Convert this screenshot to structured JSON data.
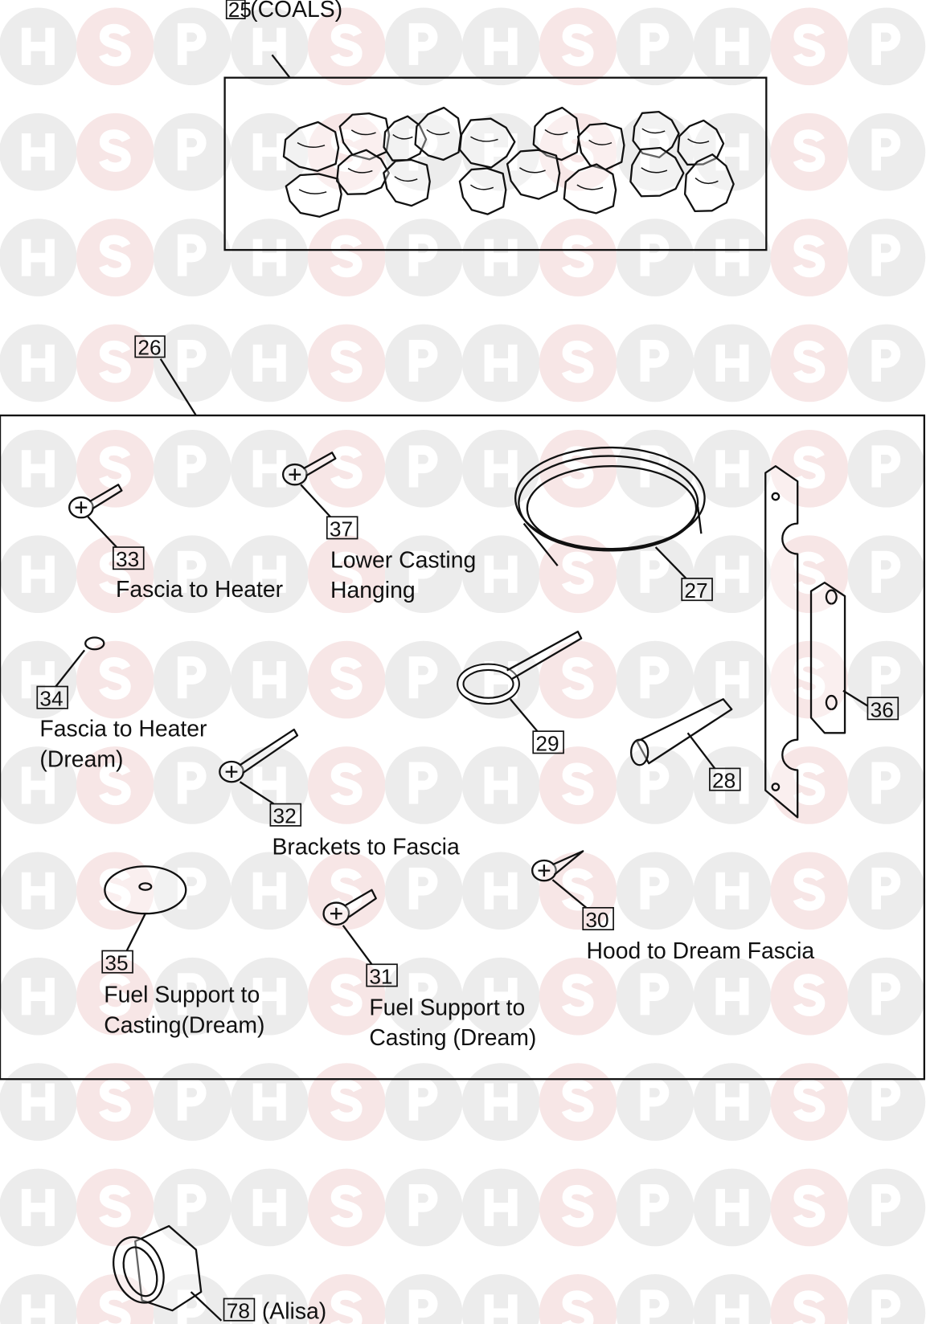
{
  "watermark": {
    "letters": [
      "H",
      "S",
      "P"
    ],
    "colors": {
      "gray": "#ececec",
      "pink": "#f7e6e6"
    }
  },
  "callouts": {
    "c25": {
      "number": "25",
      "text": "(COALS)"
    },
    "c26": {
      "number": "26"
    },
    "c27": {
      "number": "27"
    },
    "c28": {
      "number": "28"
    },
    "c29": {
      "number": "29"
    },
    "c30": {
      "number": "30",
      "line1": "Hood to Dream Fascia"
    },
    "c31": {
      "number": "31",
      "line1": "Fuel Support to",
      "line2": "Casting (Dream)"
    },
    "c32": {
      "number": "32",
      "line1": "Brackets to Fascia"
    },
    "c33": {
      "number": "33",
      "line1": "Fascia to Heater"
    },
    "c34": {
      "number": "34",
      "line1": "Fascia to Heater",
      "line2": "(Dream)"
    },
    "c35": {
      "number": "35",
      "line1": "Fuel Support to",
      "line2": "Casting(Dream)"
    },
    "c36": {
      "number": "36"
    },
    "c37": {
      "number": "37",
      "line1": "Lower Casting",
      "line2": "Hanging"
    },
    "c78": {
      "number": "78",
      "text": "(Alisa)"
    }
  }
}
